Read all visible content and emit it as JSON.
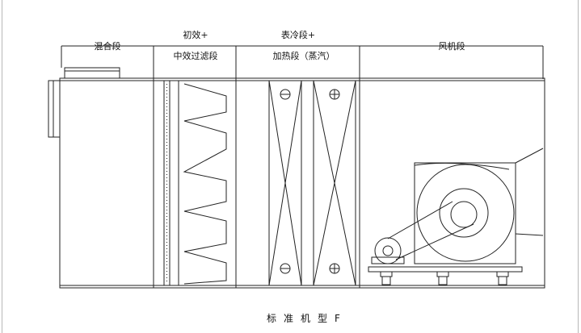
{
  "sections": {
    "mixing": "混合段",
    "filter_line1": "初效+",
    "filter_line2": "中效过滤段",
    "coil_line1": "表冷段+",
    "coil_line2": "加热段（蒸汽）",
    "fan": "风机段"
  },
  "footer": {
    "text": "标准机型",
    "mark": "F"
  }
}
